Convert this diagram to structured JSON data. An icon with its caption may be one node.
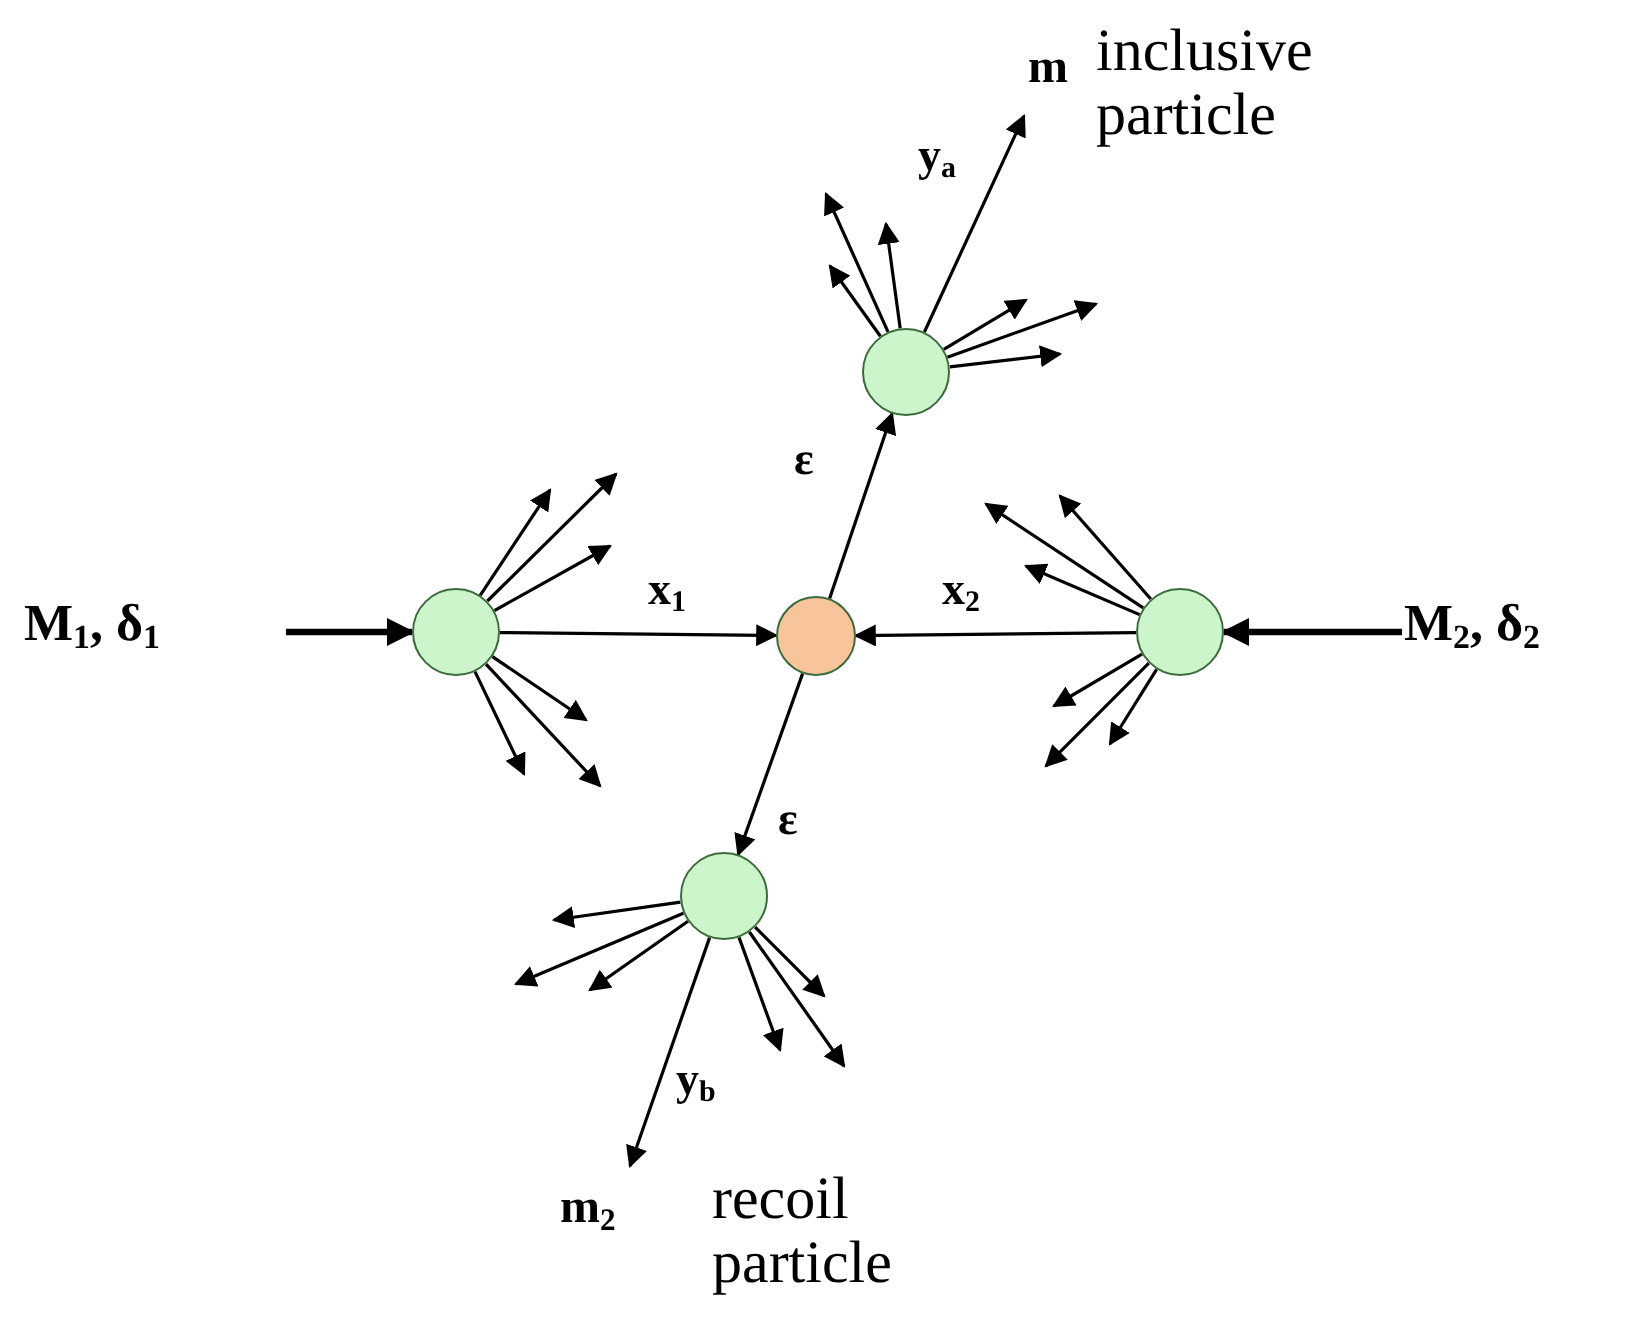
{
  "diagram": {
    "nodes": [
      {
        "text": [
          "M$_{1}$, δ$_{1}$"
        ]
      },
      {
        "text": [],
        "shape": "circle"
      },
      {
        "text": [],
        "shape": "circle"
      },
      {
        "text": [],
        "shape": "circle"
      },
      {
        "text": [
          "M$_{2}$, δ$_{2}$"
        ]
      },
      {
        "text": [],
        "shape": "circle"
      },
      {
        "text": [
          "m",
          "inclusive particle"
        ]
      },
      {
        "text": [],
        "shape": "circle"
      },
      {
        "text": [
          "m$_{2}$",
          "recoil particle"
        ]
      }
    ],
    "edges": [
      {
        "from": 0,
        "to": 1,
        "arrow": "to",
        "style": "thick"
      },
      {
        "from": 1,
        "to": 2,
        "arrow": "to",
        "label": "x$_{1}$"
      },
      {
        "from": 3,
        "to": 2,
        "arrow": "to",
        "label": "x$_{2}$"
      },
      {
        "from": 4,
        "to": 3,
        "arrow": "to",
        "style": "thick"
      },
      {
        "from": 2,
        "to": 5,
        "arrow": "to",
        "label": "ε"
      },
      {
        "from": 2,
        "to": 7,
        "arrow": "to",
        "label": "ε"
      },
      {
        "from": 5,
        "to": 6,
        "arrow": "to",
        "label": "y$_{a}$"
      },
      {
        "from": 7,
        "to": 8,
        "arrow": "to",
        "label": "y$_{b}$"
      },
      {
        "from": 1,
        "to": null,
        "arrow": "to"
      },
      {
        "from": 1,
        "to": null,
        "arrow": "to"
      },
      {
        "from": 1,
        "to": null,
        "arrow": "to"
      },
      {
        "from": 1,
        "to": null,
        "arrow": "to"
      },
      {
        "from": 1,
        "to": null,
        "arrow": "to"
      },
      {
        "from": 1,
        "to": null,
        "arrow": "to"
      },
      {
        "from": 3,
        "to": null,
        "arrow": "to"
      },
      {
        "from": 3,
        "to": null,
        "arrow": "to"
      },
      {
        "from": 3,
        "to": null,
        "arrow": "to"
      },
      {
        "from": 3,
        "to": null,
        "arrow": "to"
      },
      {
        "from": 3,
        "to": null,
        "arrow": "to"
      },
      {
        "from": 3,
        "to": null,
        "arrow": "to"
      },
      {
        "from": 5,
        "to": null,
        "arrow": "to"
      },
      {
        "from": 5,
        "to": null,
        "arrow": "to"
      },
      {
        "from": 5,
        "to": null,
        "arrow": "to"
      },
      {
        "from": 5,
        "to": null,
        "arrow": "to"
      },
      {
        "from": 5,
        "to": null,
        "arrow": "to"
      },
      {
        "from": 5,
        "to": null,
        "arrow": "to"
      },
      {
        "from": 7,
        "to": null,
        "arrow": "to"
      },
      {
        "from": 7,
        "to": null,
        "arrow": "to"
      },
      {
        "from": 7,
        "to": null,
        "arrow": "to"
      },
      {
        "from": 7,
        "to": null,
        "arrow": "to"
      },
      {
        "from": 7,
        "to": null,
        "arrow": "to"
      },
      {
        "from": 7,
        "to": null,
        "arrow": "to"
      }
    ]
  }
}
